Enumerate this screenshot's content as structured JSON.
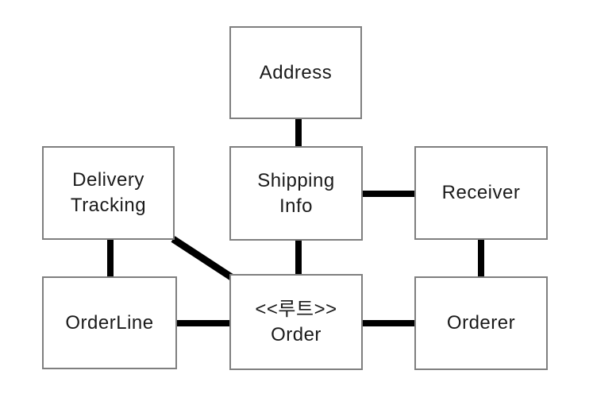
{
  "diagram": {
    "nodes": [
      {
        "id": "address",
        "label": "Address"
      },
      {
        "id": "delivery-tracking",
        "label": "Delivery\nTracking"
      },
      {
        "id": "shipping-info",
        "label": "Shipping\nInfo"
      },
      {
        "id": "receiver",
        "label": "Receiver"
      },
      {
        "id": "orderline",
        "label": "OrderLine"
      },
      {
        "id": "order",
        "label": "<<루트>>\nOrder",
        "stereotype": "<<루트>>",
        "name": "Order"
      },
      {
        "id": "orderer",
        "label": "Orderer"
      }
    ],
    "edges": [
      {
        "from": "address",
        "to": "shipping-info"
      },
      {
        "from": "shipping-info",
        "to": "receiver"
      },
      {
        "from": "shipping-info",
        "to": "order"
      },
      {
        "from": "delivery-tracking",
        "to": "orderline"
      },
      {
        "from": "delivery-tracking",
        "to": "order"
      },
      {
        "from": "orderline",
        "to": "order"
      },
      {
        "from": "order",
        "to": "orderer"
      },
      {
        "from": "receiver",
        "to": "orderer"
      }
    ],
    "colors": {
      "background": "#ffffff",
      "box_fill": "#ffffff",
      "box_border": "#7f7f7f",
      "edge": "#000000",
      "text": "#1a1a1a"
    }
  }
}
